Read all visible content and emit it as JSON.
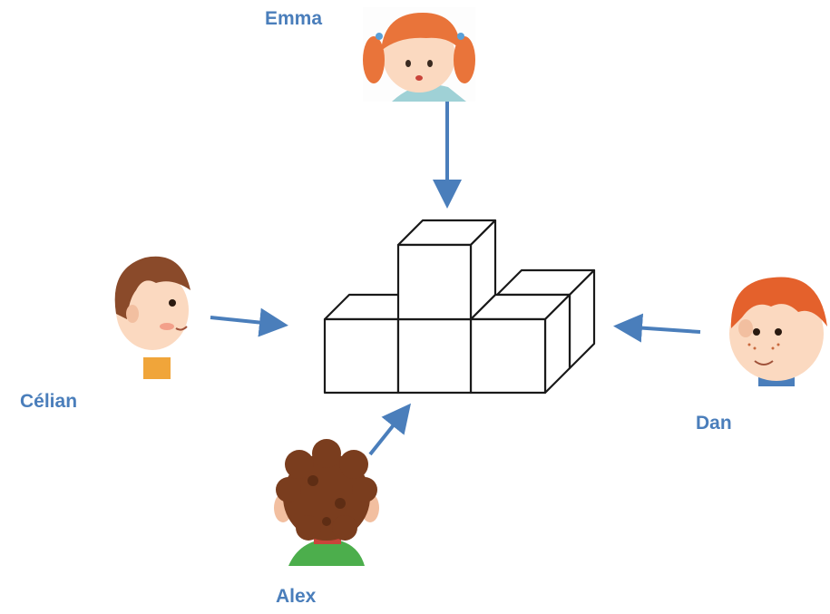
{
  "observers": {
    "emma": {
      "name": "Emma"
    },
    "celian": {
      "name": "Célian"
    },
    "dan": {
      "name": "Dan"
    },
    "alex": {
      "name": "Alex"
    }
  },
  "colors": {
    "arrow": "#4a7ebb",
    "label": "#4a7ebb",
    "cube_stroke": "#1a1a1a",
    "hair_emma": "#e9743a",
    "hair_celian": "#8a4a2a",
    "hair_dan": "#e4612c",
    "hair_alex": "#7a3d1e",
    "skin": "#fbd9c0",
    "shirt_alex": "#4cae4c",
    "shirt_celian": "#f0a53a"
  },
  "icons": {
    "emma": "girl-face-icon",
    "celian": "boy-profile-icon",
    "dan": "boy-face-icon",
    "alex": "boy-back-icon"
  }
}
